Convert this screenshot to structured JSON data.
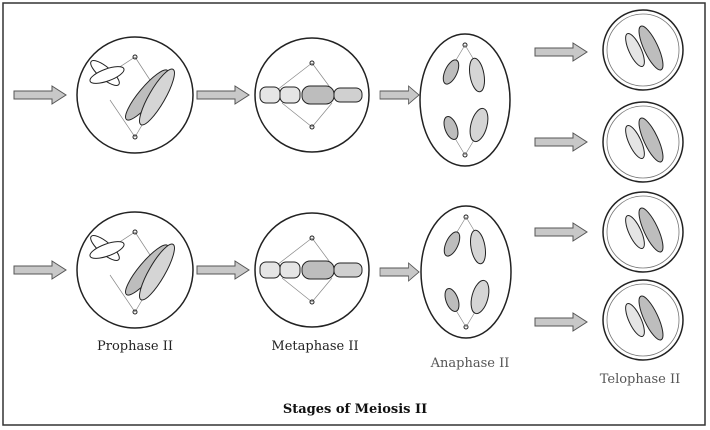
{
  "title": "Stages of Meiosis II",
  "stages": {
    "prophase": "Prophase II",
    "metaphase": "Metaphase II",
    "anaphase": "Anaphase II",
    "telophase": "Telophase II"
  },
  "colors": {
    "outline": "#222222",
    "chromosome_fill": "#bdbdbd",
    "arrow_fill": "#c8c8c8",
    "spindle": "#888888"
  }
}
